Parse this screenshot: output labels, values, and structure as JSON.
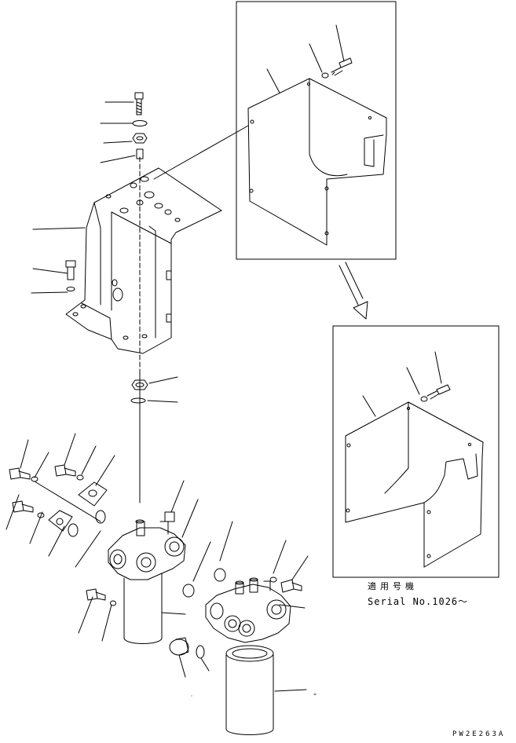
{
  "applicability": {
    "label_jp": "適用号機",
    "label_en": "Serial No.1026～"
  },
  "drawing_code": "PW2E263A",
  "colors": {
    "line": "#000000",
    "background": "#ffffff"
  }
}
